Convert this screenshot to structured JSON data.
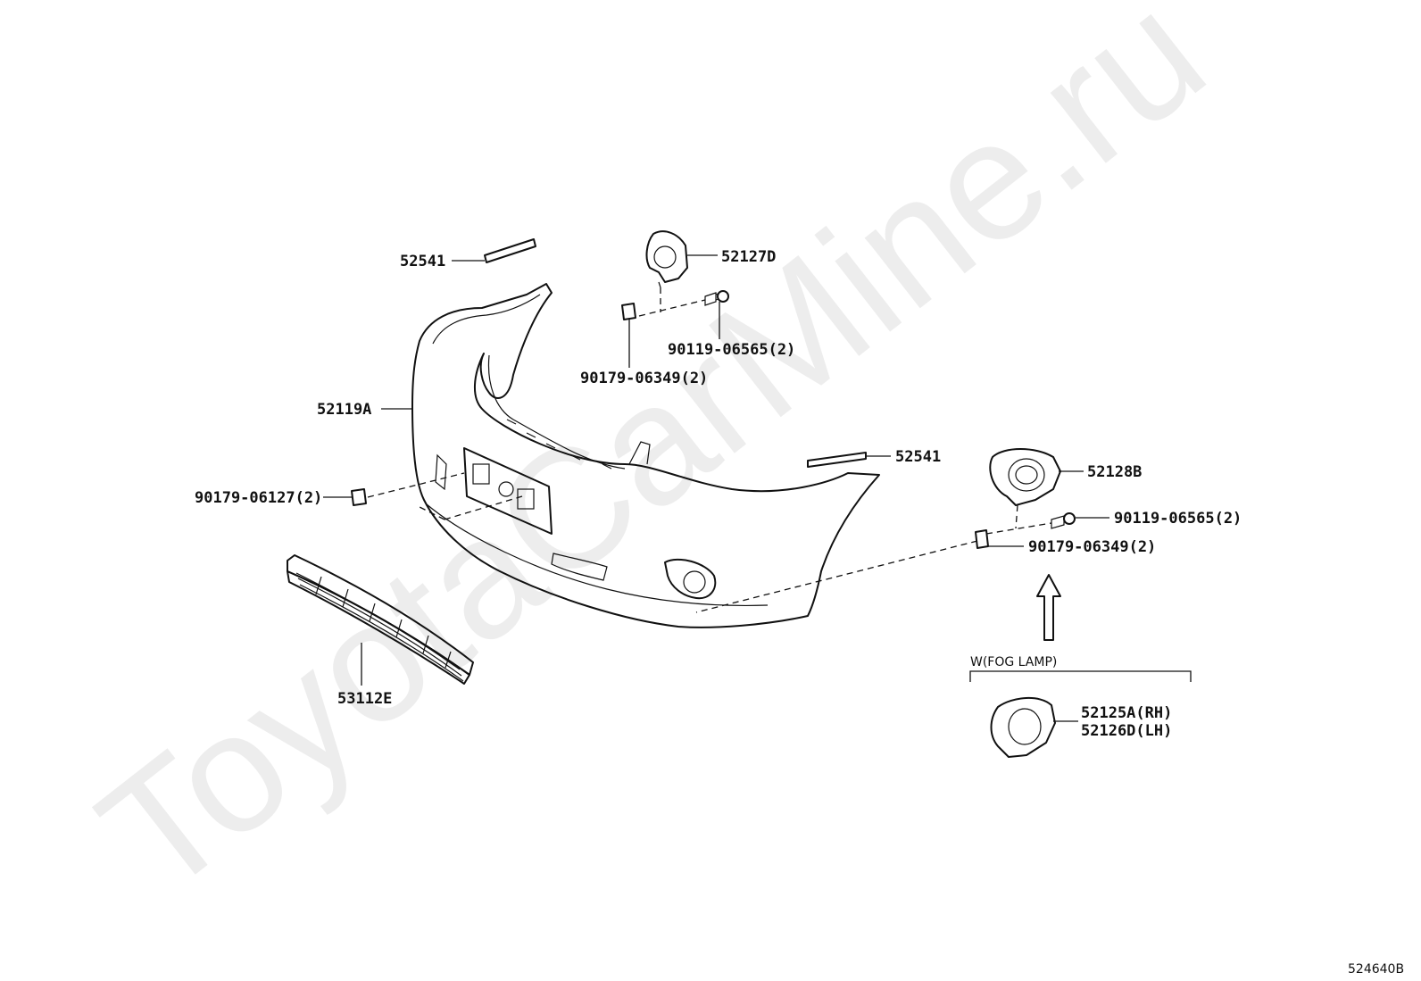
{
  "watermark": "ToyotaCarMine.ru",
  "diagram_id": "524640B",
  "section_label": "W(FOG LAMP)",
  "parts": {
    "bumper_cover": "52119A",
    "moulding_upper": "52541",
    "moulding_side": "52541",
    "retainer_bracket": "52127D",
    "screw_upper": "90119-06565(2)",
    "nut_upper": "90179-06349(2)",
    "clip_left": "90179-06127(2)",
    "bracket_right": "52128B",
    "screw_right": "90119-06565(2)",
    "nut_right": "90179-06349(2)",
    "lower_grille": "53112E",
    "fog_bracket_rh": "52125A(RH)",
    "fog_bracket_lh": "52126D(LH)"
  }
}
